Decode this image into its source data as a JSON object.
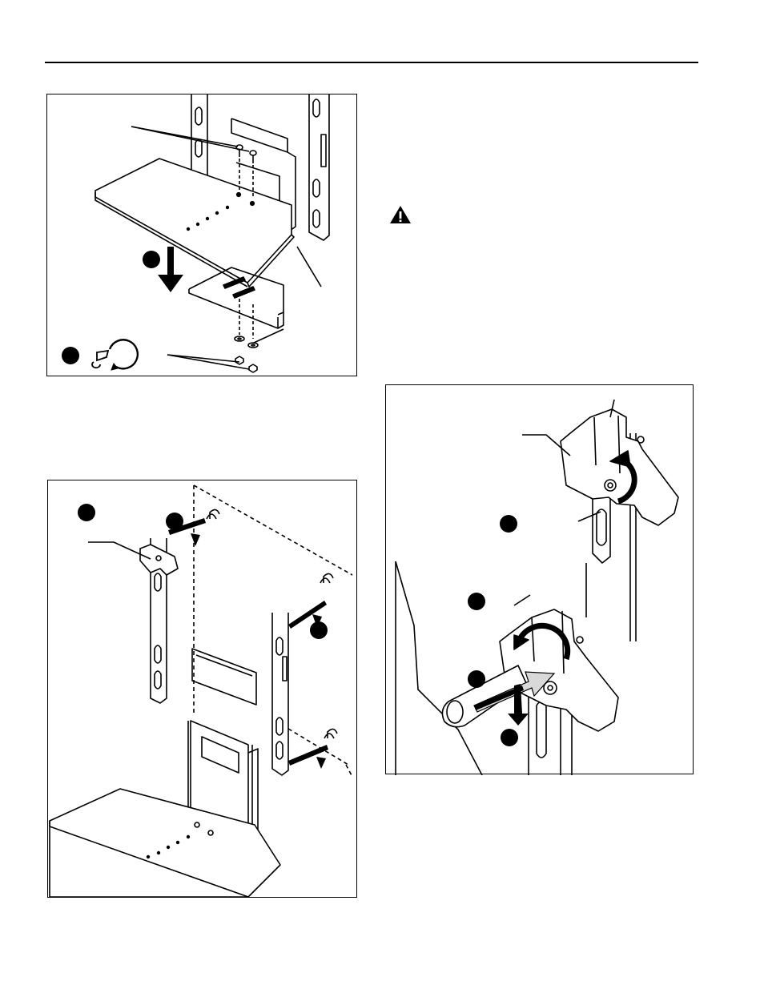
{
  "page": {
    "header_rule": "top-rule"
  },
  "figures": [
    {
      "id": "shelf-install",
      "callouts": [
        "step-1-marker",
        "step-2-wrench-marker"
      ]
    },
    {
      "id": "wall-bracket-install",
      "callouts": [
        "step-1-marker",
        "step-2-marker",
        "step-3-marker"
      ]
    },
    {
      "id": "latch-detail",
      "callouts": [
        "step-1-marker",
        "step-2-marker",
        "step-3-marker",
        "step-4-marker"
      ]
    }
  ],
  "icons": {
    "warning": "warning-triangle-icon",
    "wrench": "wrench-rotate-icon"
  },
  "colors": {
    "ink": "#000000",
    "paper": "#ffffff",
    "shade": "#d9d9d9"
  }
}
